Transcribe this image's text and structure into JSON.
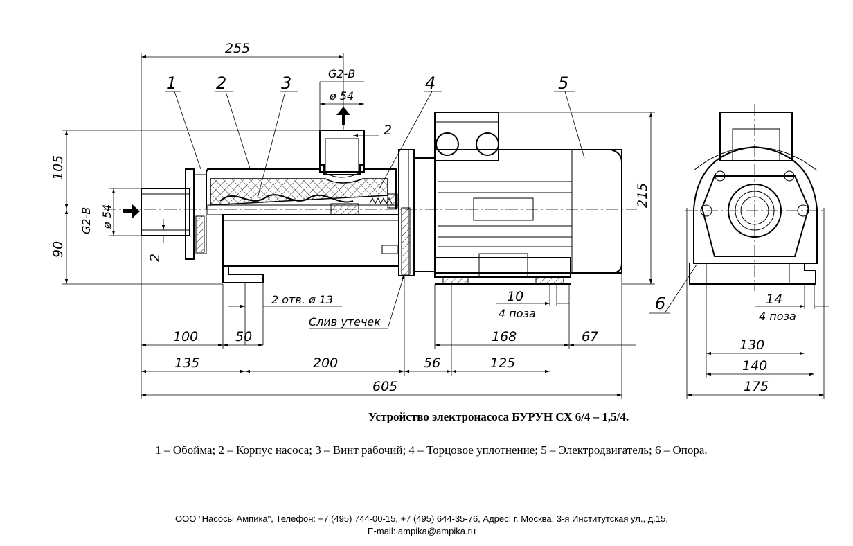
{
  "diagram": {
    "callouts": [
      "1",
      "2",
      "3",
      "4",
      "5",
      "6"
    ],
    "dims": {
      "d255": "255",
      "d105": "105",
      "d90": "90",
      "d215": "215",
      "g2b_top": "G2-B",
      "phi54_top": "ø 54",
      "g2b_left": "G2-B",
      "phi54_left": "ø 54",
      "d2_top": "2",
      "d2_left": "2",
      "holes": "2 отв. ø 13",
      "leak": "Слив утечек",
      "d10": "10",
      "poz4_a": "4 поза",
      "d14": "14",
      "poz4_b": "4 поза",
      "d100": "100",
      "d50": "50",
      "d168": "168",
      "d67": "67",
      "d135": "135",
      "d200": "200",
      "d56": "56",
      "d125": "125",
      "d605": "605",
      "d130": "130",
      "d140": "140",
      "d175": "175"
    }
  },
  "caption": {
    "title": "Устройство электронасоса БУРУН СХ 6/4 – 1,5/4.",
    "legend": "1 – Обойма; 2 – Корпус насоса; 3 – Винт рабочий; 4 – Торцовое уплотнение;  5 – Электродвигатель;  6 – Опора."
  },
  "footer": {
    "line1": "ООО \"Насосы Ампика\", Телефон: +7 (495) 744-00-15, +7 (495) 644-35-76, Адрес: г. Москва, 3-я Институтская ул., д.15,",
    "line2": "E-mail: ampika@ampika.ru"
  }
}
